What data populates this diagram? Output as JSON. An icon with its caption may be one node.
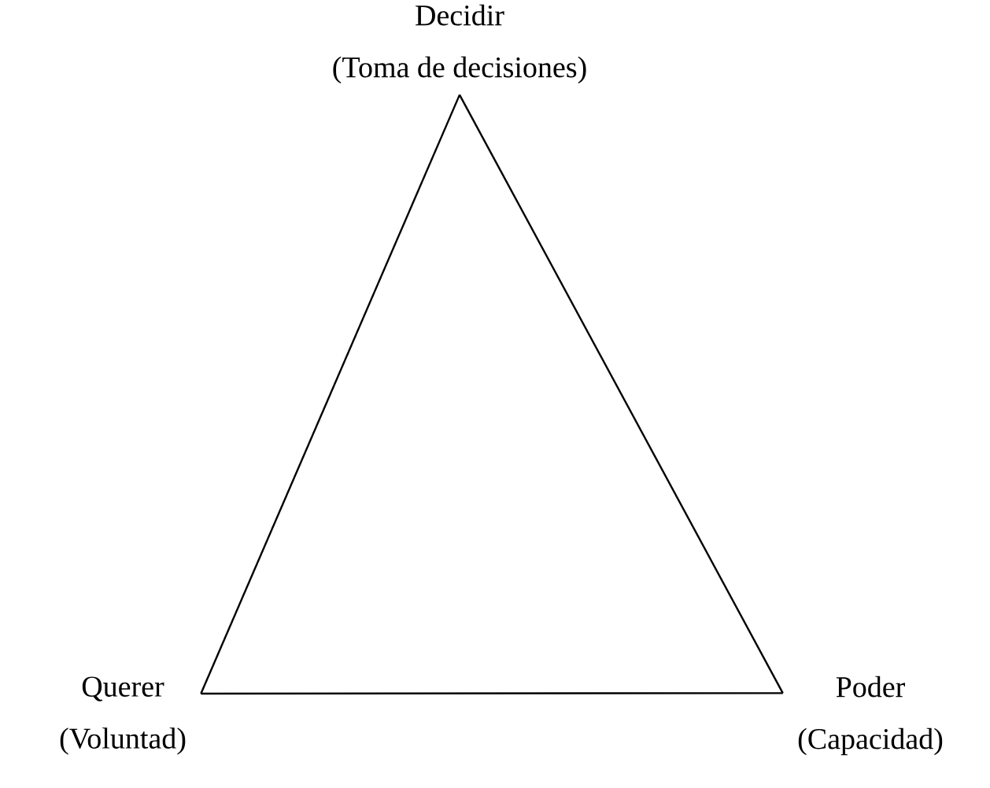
{
  "diagram": {
    "nodes": [
      {
        "text": [
          "Decidir",
          "(Toma de decisiones)"
        ]
      },
      {
        "text": [
          "Querer",
          "(Voluntad)"
        ]
      },
      {
        "text": [
          "Poder",
          "(Capacidad)"
        ]
      }
    ],
    "edges": [
      {
        "from": 0,
        "to": 1,
        "arrow": "none"
      },
      {
        "from": 1,
        "to": 2,
        "arrow": "none"
      },
      {
        "from": 2,
        "to": 0,
        "arrow": "none"
      }
    ]
  }
}
